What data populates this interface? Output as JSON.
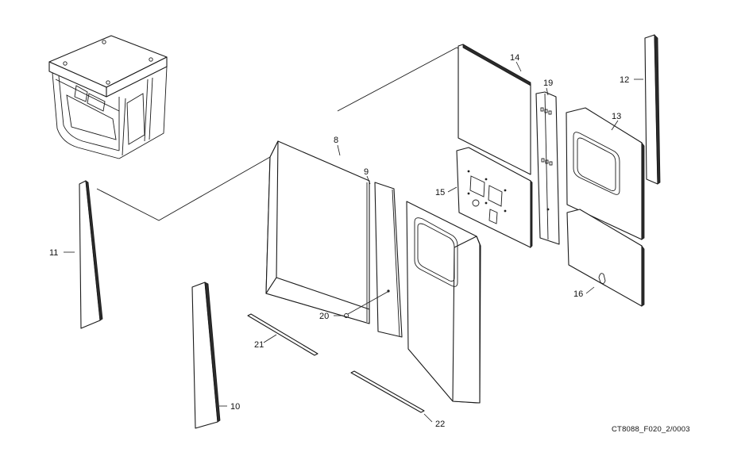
{
  "drawing": {
    "reference_code": "CT8088_F020_2/0003",
    "callouts": [
      "8",
      "9",
      "10",
      "11",
      "12",
      "13",
      "14",
      "15",
      "16",
      "19",
      "20",
      "21",
      "22"
    ]
  }
}
